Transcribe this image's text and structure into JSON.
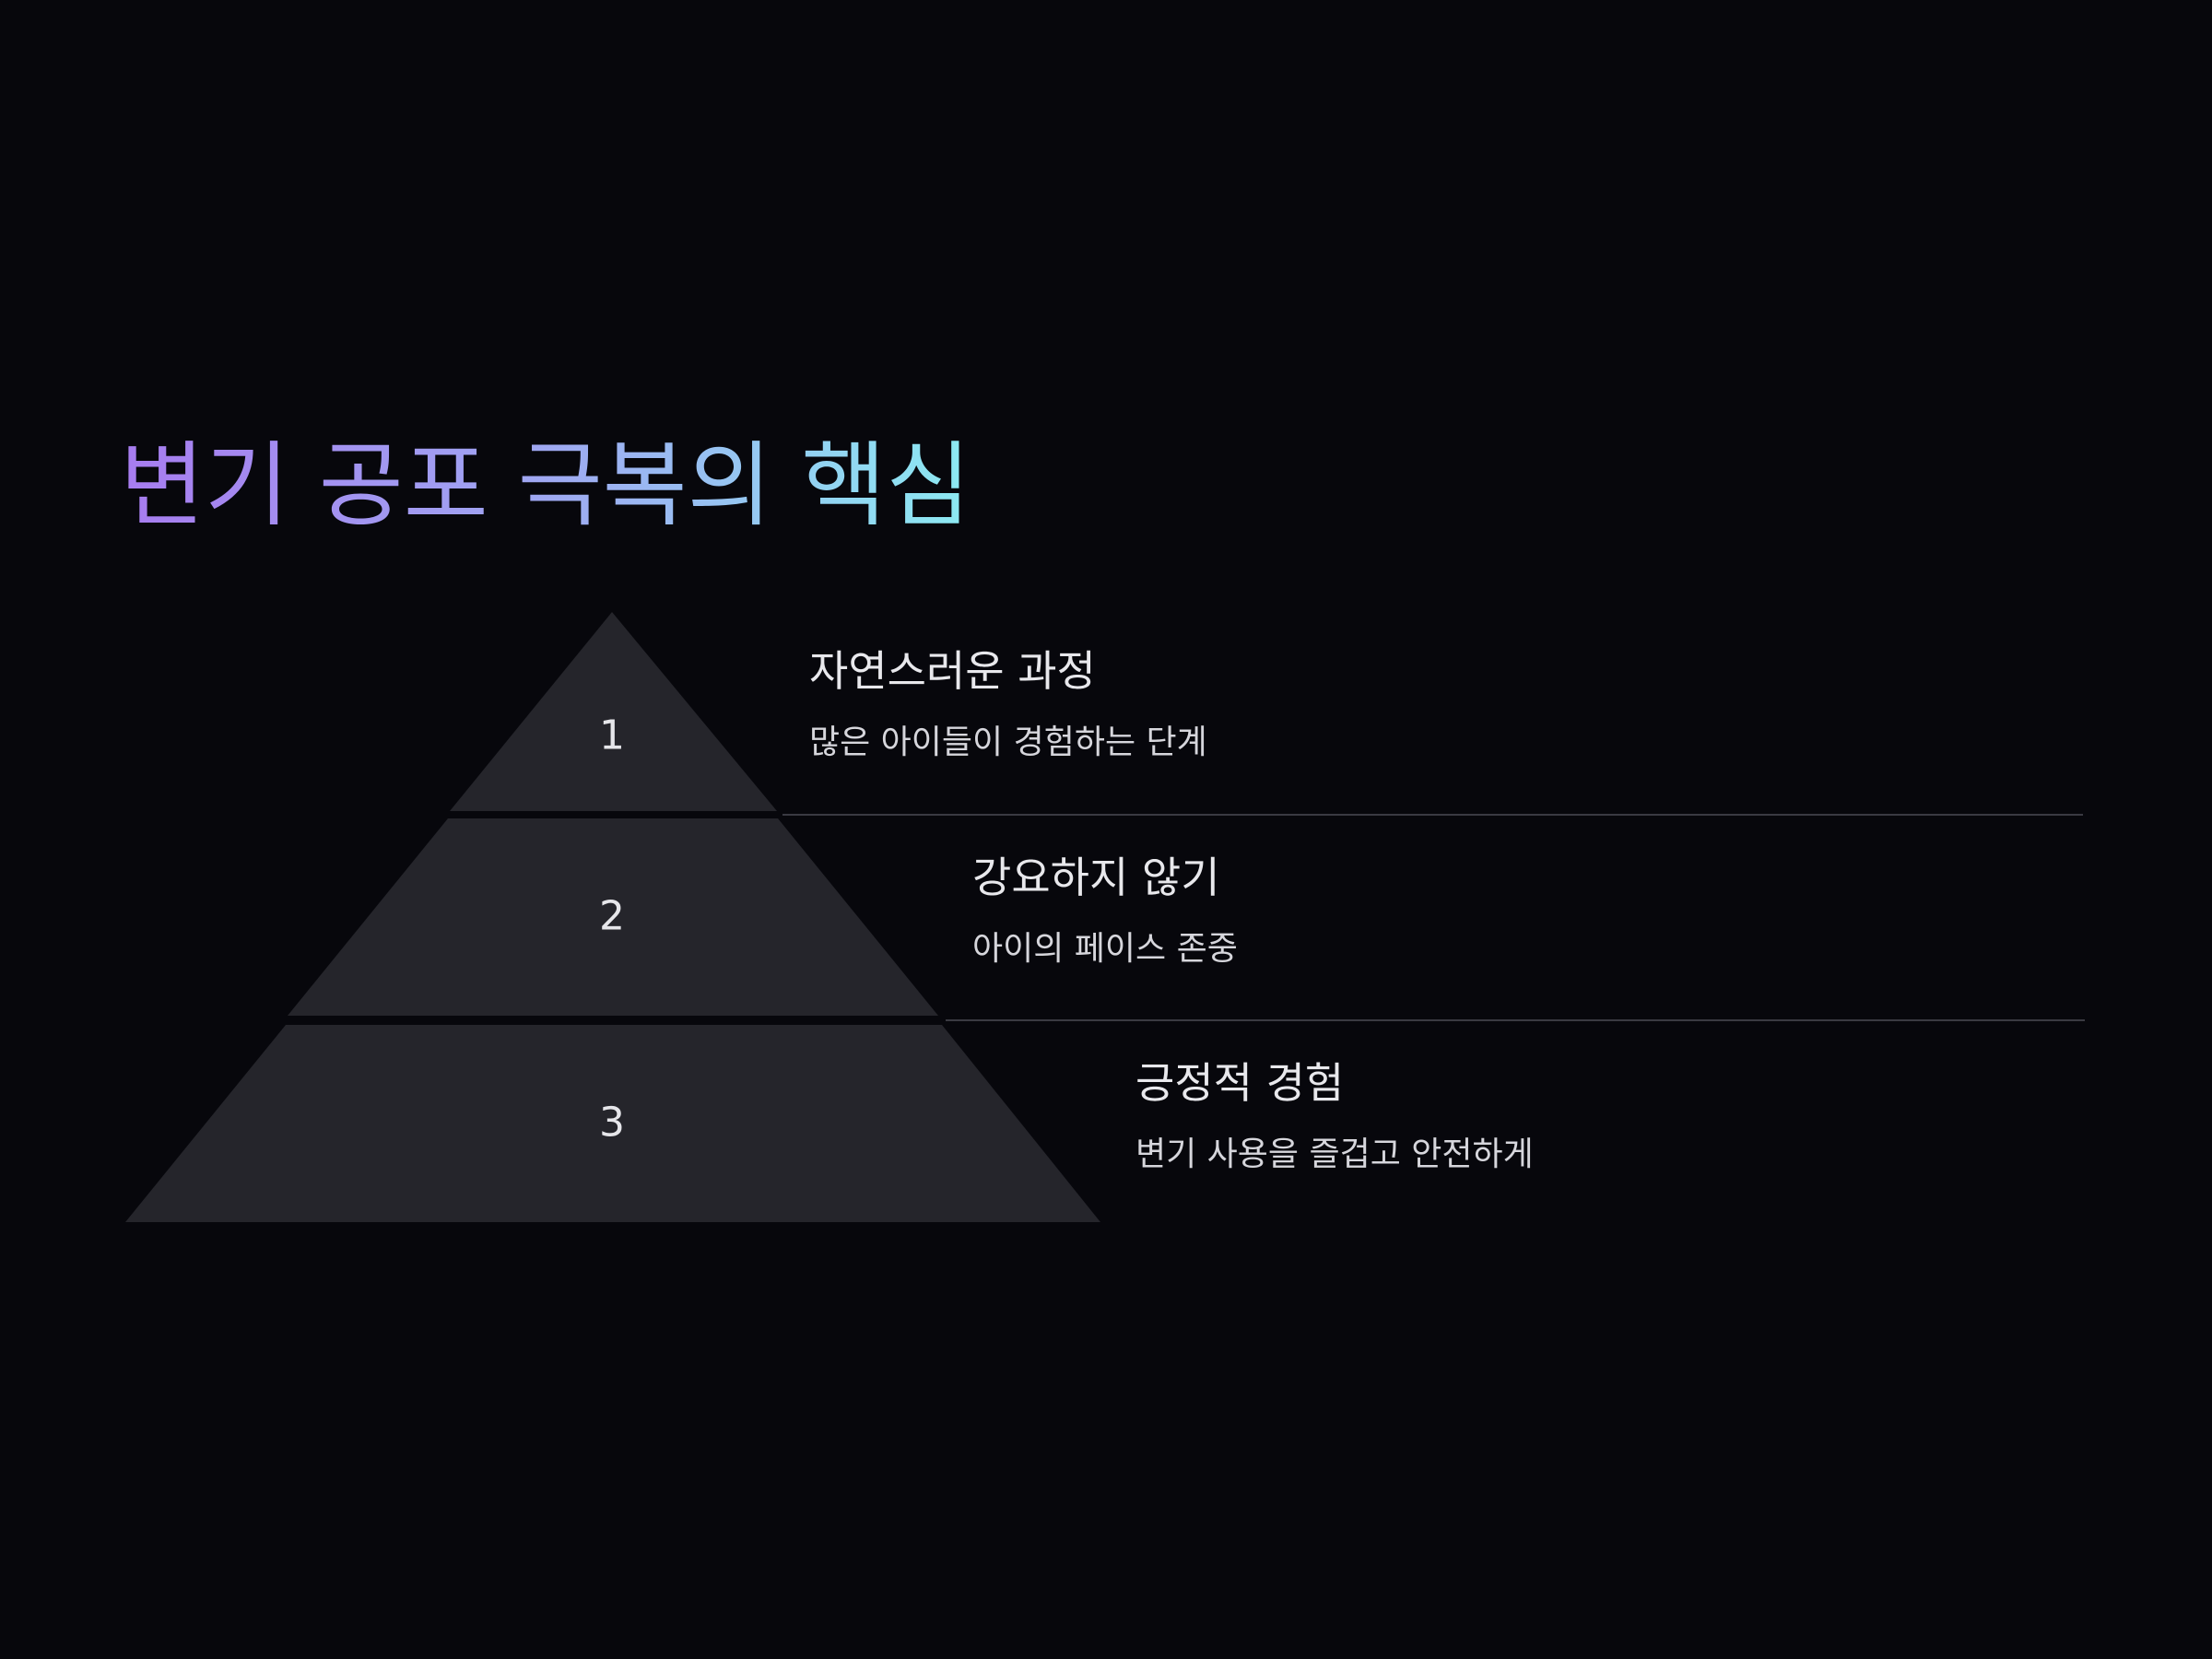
{
  "title": "변기 공포 극복의 핵심",
  "colors": {
    "background": "#07070c",
    "title_gradient_start": "#a77cf0",
    "title_gradient_end": "#8ceaf2",
    "tier_fill": "#25252b",
    "divider": "#3a3a42"
  },
  "tiers": [
    {
      "number": "1",
      "title": "자연스러운 과정",
      "description": "많은 아이들이 경험하는 단계"
    },
    {
      "number": "2",
      "title": "강요하지 않기",
      "description": "아이의 페이스 존중"
    },
    {
      "number": "3",
      "title": "긍정적 경험",
      "description": "변기 사용을 즐겁고 안전하게"
    }
  ]
}
